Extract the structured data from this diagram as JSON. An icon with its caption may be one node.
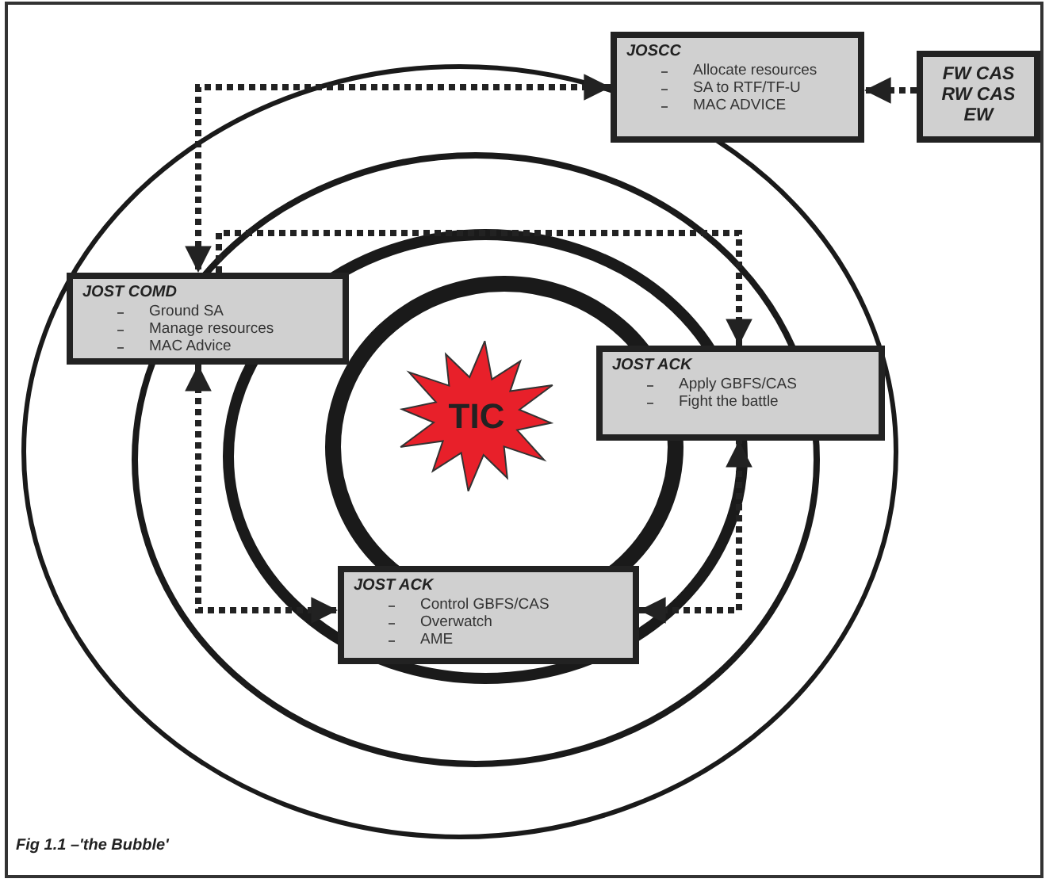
{
  "diagram": {
    "caption": "Fig 1.1 –'the Bubble'",
    "nodes": [
      {
        "text": [
          "JOSCC",
          "Allocate resources",
          "SA to RTF/TF-U",
          "MAC ADVICE"
        ]
      },
      {
        "text": [
          "FW CAS",
          "RW CAS",
          "EW"
        ]
      },
      {
        "text": [
          "JOST COMD",
          "Ground SA",
          "Manage resources",
          "MAC Advice"
        ]
      },
      {
        "text": [
          "TIC"
        ]
      },
      {
        "text": [
          "JOST ACK",
          "Apply GBFS/CAS",
          "Fight the battle"
        ]
      },
      {
        "text": [
          "JOST ACK",
          "Control GBFS/CAS",
          "Overwatch",
          "AME"
        ]
      }
    ],
    "edges": [
      {
        "from": 1,
        "to": 0,
        "arrow": "to"
      },
      {
        "from": 0,
        "to": 2,
        "arrow": "both"
      },
      {
        "from": 2,
        "to": 4,
        "arrow": "to"
      },
      {
        "from": 2,
        "to": 5,
        "arrow": "both"
      },
      {
        "from": 5,
        "to": 4,
        "arrow": "both"
      }
    ]
  }
}
